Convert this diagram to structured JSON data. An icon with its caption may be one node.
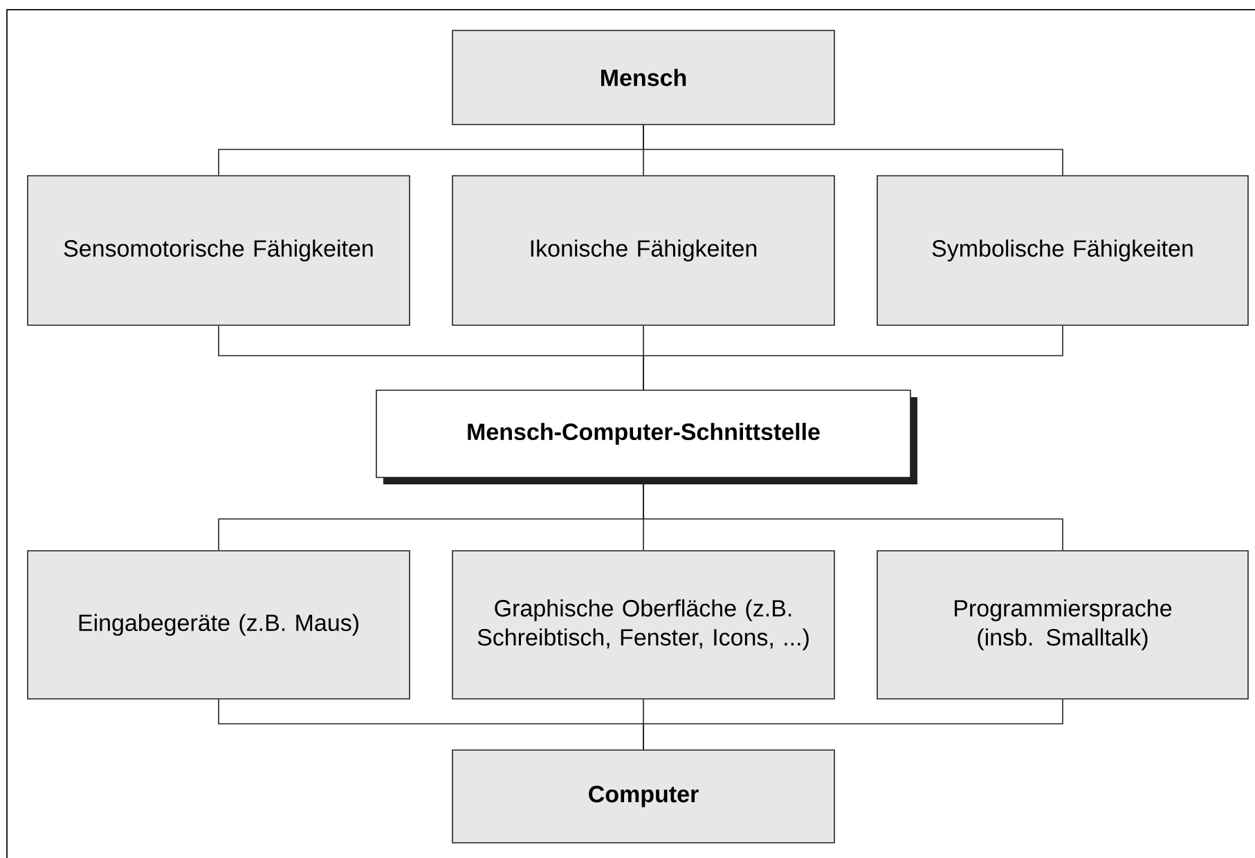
{
  "diagram": {
    "nodes": [
      {
        "text": [
          "Mensch"
        ]
      },
      {
        "text": [
          "Sensomotorische Fähigkeiten"
        ]
      },
      {
        "text": [
          "Ikonische Fähigkeiten"
        ]
      },
      {
        "text": [
          "Symbolische Fähigkeiten"
        ]
      },
      {
        "text": [
          "Mensch-Computer-Schnittstelle"
        ]
      },
      {
        "text": [
          "Eingabegeräte (z.B. Maus)"
        ]
      },
      {
        "text": [
          "Graphische Oberfläche (z.B. Schreibtisch, Fenster, Icons, ...)"
        ]
      },
      {
        "text": [
          "Programmiersprache (insb. Smalltalk)"
        ]
      },
      {
        "text": [
          "Computer"
        ]
      }
    ],
    "edges": [
      {
        "from": 0,
        "to": 1,
        "arrow": "none"
      },
      {
        "from": 0,
        "to": 2,
        "arrow": "none"
      },
      {
        "from": 0,
        "to": 3,
        "arrow": "none"
      },
      {
        "from": 1,
        "to": 4,
        "arrow": "none"
      },
      {
        "from": 2,
        "to": 4,
        "arrow": "none"
      },
      {
        "from": 3,
        "to": 4,
        "arrow": "none"
      },
      {
        "from": 4,
        "to": 5,
        "arrow": "none"
      },
      {
        "from": 4,
        "to": 6,
        "arrow": "none"
      },
      {
        "from": 4,
        "to": 7,
        "arrow": "none"
      },
      {
        "from": 5,
        "to": 8,
        "arrow": "none"
      },
      {
        "from": 6,
        "to": 8,
        "arrow": "none"
      },
      {
        "from": 7,
        "to": 8,
        "arrow": "none"
      }
    ]
  }
}
